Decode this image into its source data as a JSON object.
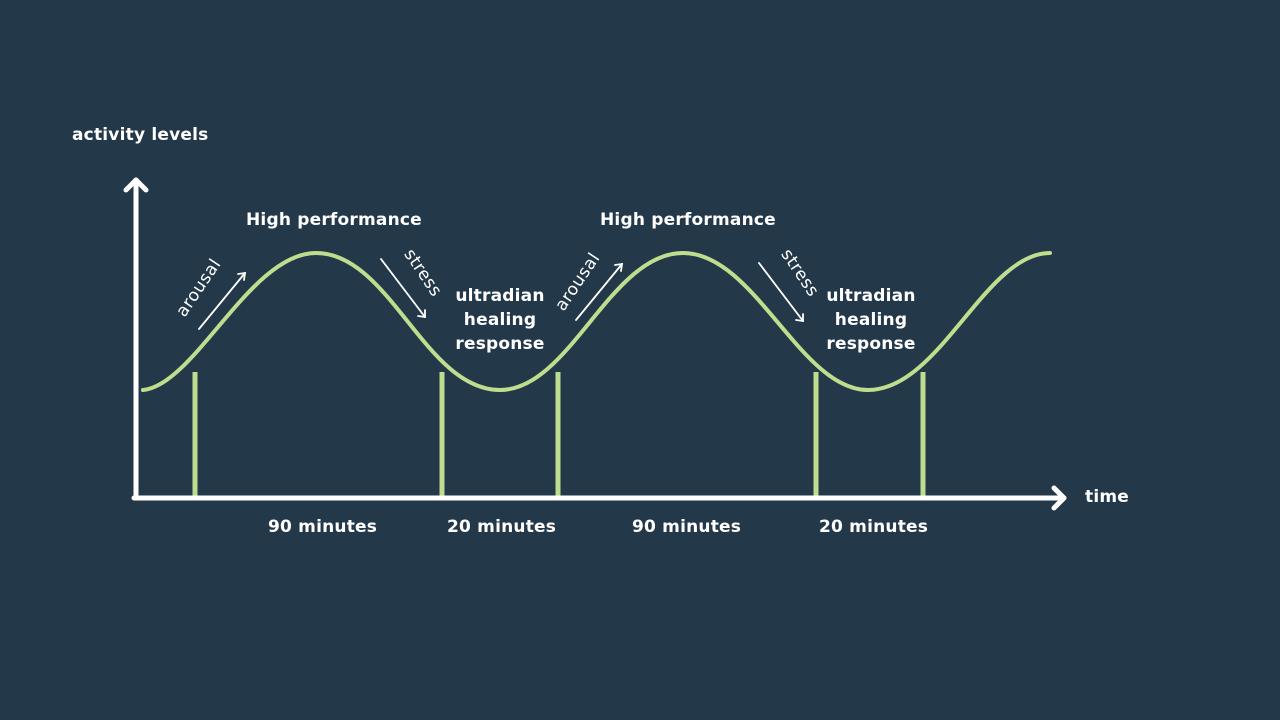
{
  "axes": {
    "y_label": "activity levels",
    "x_label": "time"
  },
  "labels": {
    "peak_1": "High performance",
    "peak_2": "High performance",
    "arousal_1": "arousal",
    "arousal_2": "arousal",
    "stress_1": "stress",
    "stress_2": "stress",
    "trough_1": [
      "ultradian",
      "healing",
      "response"
    ],
    "trough_2": [
      "ultradian",
      "healing",
      "response"
    ]
  },
  "durations": [
    "90 minutes",
    "20 minutes",
    "90 minutes",
    "20 minutes"
  ],
  "colors": {
    "background": "#233849",
    "curve": "#bfdd8e",
    "axis": "#ffffff",
    "text": "#ffffff"
  }
}
